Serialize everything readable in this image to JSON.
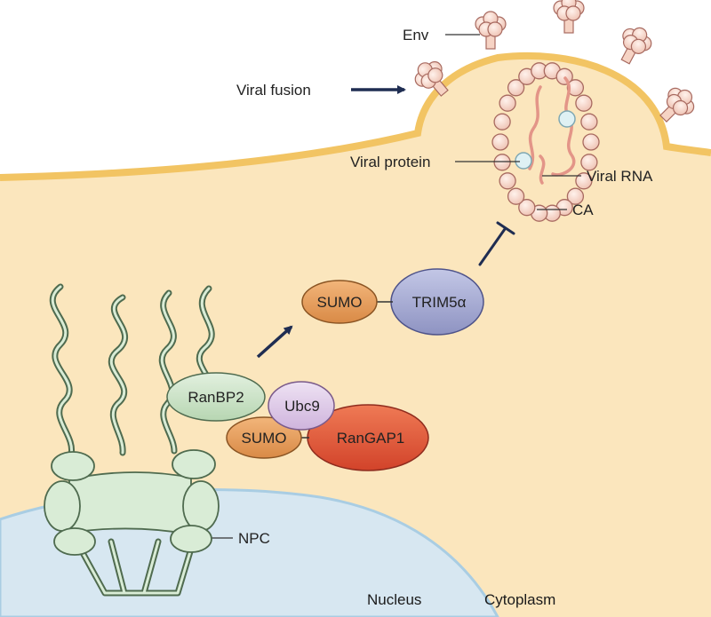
{
  "labels": {
    "env": "Env",
    "viral_fusion": "Viral fusion",
    "viral_protein": "Viral protein",
    "viral_rna": "Viral RNA",
    "ca": "CA",
    "sumo_top": "SUMO",
    "trim5a": "TRIM5α",
    "ranbp2": "RanBP2",
    "ubc9": "Ubc9",
    "sumo_bottom": "SUMO",
    "rangap1": "RanGAP1",
    "npc": "NPC",
    "nucleus": "Nucleus",
    "cytoplasm": "Cytoplasm"
  },
  "colors": {
    "cytoplasm_fill": "#fbe6bd",
    "membrane": "#f2c463",
    "nucleus_fill": "#d7e7f1",
    "npc_fill": "#d9ecd6",
    "npc_stroke": "#4f6b4f",
    "ranbp2_fill": "#cfe5cc",
    "ubc9_fill": "#e2cfea",
    "sumo_fill": "#e8a15f",
    "rangap1_fill": "#e45a38",
    "trim5a_fill": "#a9aed4",
    "capsid_bead": "#f8d9cc",
    "capsid_stroke": "#a86a60",
    "rna": "#e39588",
    "protein_dot": "#dff1f4",
    "arrow": "#1f2d52"
  }
}
